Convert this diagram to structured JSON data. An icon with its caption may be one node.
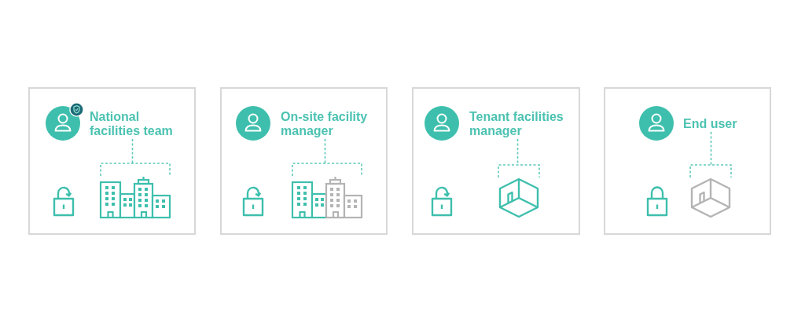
{
  "diagram": {
    "nodes": [
      {
        "text": [],
        "shape": "box"
      },
      {
        "text": [
          "National facilities team"
        ],
        "in": 0
      },
      {
        "text": [],
        "shape": "picture",
        "in": 0
      },
      {
        "text": [],
        "shape": "box"
      },
      {
        "text": [
          "On-site facility manager"
        ],
        "in": 3
      },
      {
        "text": [],
        "shape": "picture",
        "in": 3
      },
      {
        "text": [],
        "shape": "box"
      },
      {
        "text": [
          "Tenant facilities manager"
        ],
        "in": 6
      },
      {
        "text": [],
        "shape": "picture",
        "in": 6
      },
      {
        "text": [],
        "shape": "box"
      },
      {
        "text": [
          "End user"
        ],
        "in": 9
      },
      {
        "text": [],
        "shape": "picture",
        "in": 9
      }
    ],
    "edges": [
      {
        "from": 1,
        "to": 2,
        "arrow": "none",
        "style": "dashed"
      },
      {
        "from": 4,
        "to": 5,
        "arrow": "none",
        "style": "dashed"
      },
      {
        "from": 7,
        "to": 8,
        "arrow": "none",
        "style": "dashed"
      },
      {
        "from": 10,
        "to": 11,
        "arrow": "none",
        "style": "dashed"
      }
    ]
  }
}
